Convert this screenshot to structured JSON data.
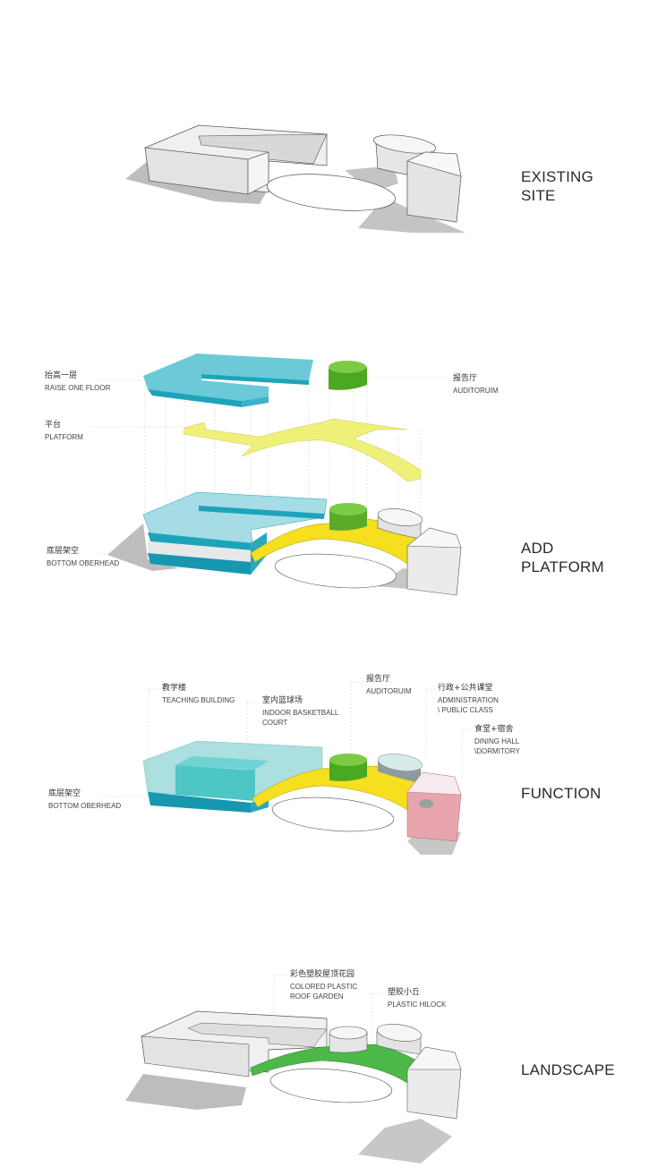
{
  "diagram": {
    "type": "exploded axonometric design process diagram",
    "colors": {
      "background": "#ffffff",
      "building_white": "#ededed",
      "building_outline": "#555555",
      "shadow": "#b8b8b8",
      "raised_floor_teal": "#5fc3d4",
      "raised_floor_teal_dark": "#1a9bb5",
      "teaching_translucent": "#a8dede",
      "basketball_court": "#4fc6c6",
      "auditorium_green": "#6dbf3a",
      "platform_yellow": "#f2e23c",
      "platform_yellow_light": "#eef08a",
      "dining_pink": "#e8a5ae",
      "roof_garden_green": "#4cb848",
      "text": "#333333"
    },
    "stages": [
      {
        "id": "existing-site",
        "title": "EXISTING\nSITE",
        "labels": []
      },
      {
        "id": "add-platform",
        "title": "ADD\nPLATFORM",
        "labels": [
          {
            "cn": "抬高一层",
            "en": "RAISE ONE FLOOR"
          },
          {
            "cn": "平台",
            "en": "PLATFORM"
          },
          {
            "cn": "报告厅",
            "en": "AUDITORUIM"
          },
          {
            "cn": "底层架空",
            "en": "BOTTOM OBERHEAD"
          }
        ]
      },
      {
        "id": "function",
        "title": "FUNCTION",
        "labels": [
          {
            "cn": "教学楼",
            "en": "TEACHING BUILDING"
          },
          {
            "cn": "室内篮球场",
            "en": "INDOOR BASKETBALL\nCOURT"
          },
          {
            "cn": "报告厅",
            "en": "AUDITORUIM"
          },
          {
            "cn": "行政+公共课堂",
            "en": "ADMINISTRATION\n\\ PUBLIC CLASS"
          },
          {
            "cn": "食堂+宿舍",
            "en": "DINING HALL\n\\DORMITORY"
          },
          {
            "cn": "底层架空",
            "en": "BOTTOM OBERHEAD"
          }
        ]
      },
      {
        "id": "landscape",
        "title": "LANDSCAPE",
        "labels": [
          {
            "cn": "彩色塑胶屋顶花园",
            "en": "COLORED PLASTIC\nROOF GARDEN"
          },
          {
            "cn": "塑胶小丘",
            "en": "PLASTIC HILOCK"
          }
        ]
      }
    ]
  }
}
